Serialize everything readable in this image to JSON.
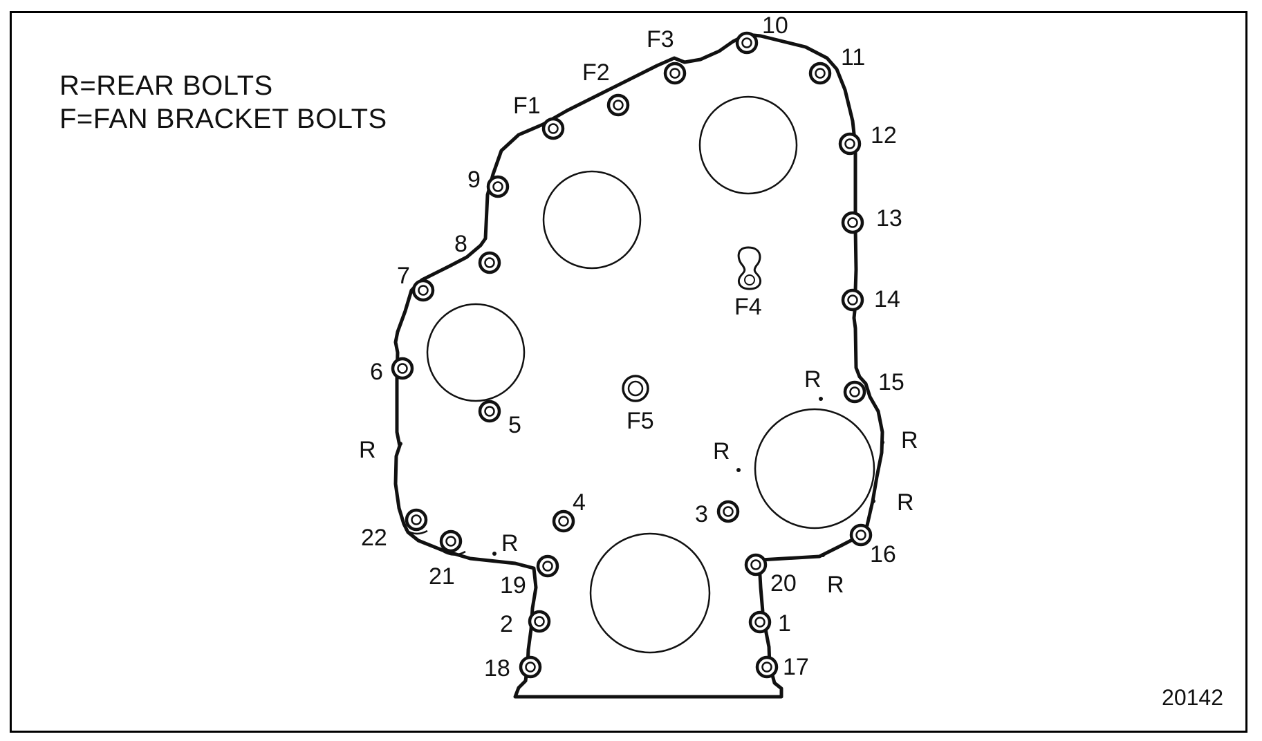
{
  "legend": {
    "rear": "R=REAR BOLTS",
    "fan": "F=FAN BRACKET BOLTS"
  },
  "figure_number": "20142",
  "bolt_labels": {
    "b1": "1",
    "b2": "2",
    "b3": "3",
    "b4": "4",
    "b5": "5",
    "b6": "6",
    "b7": "7",
    "b8": "8",
    "b9": "9",
    "b10": "10",
    "b11": "11",
    "b12": "12",
    "b13": "13",
    "b14": "14",
    "b15": "15",
    "b16": "16",
    "b17": "17",
    "b18": "18",
    "b19": "19",
    "b20": "20",
    "b21": "21",
    "b22": "22",
    "f1": "F1",
    "f2": "F2",
    "f3": "F3",
    "f4": "F4",
    "f5": "F5",
    "rear": "R"
  },
  "colors": {
    "line": "#111111",
    "background": "#ffffff"
  }
}
